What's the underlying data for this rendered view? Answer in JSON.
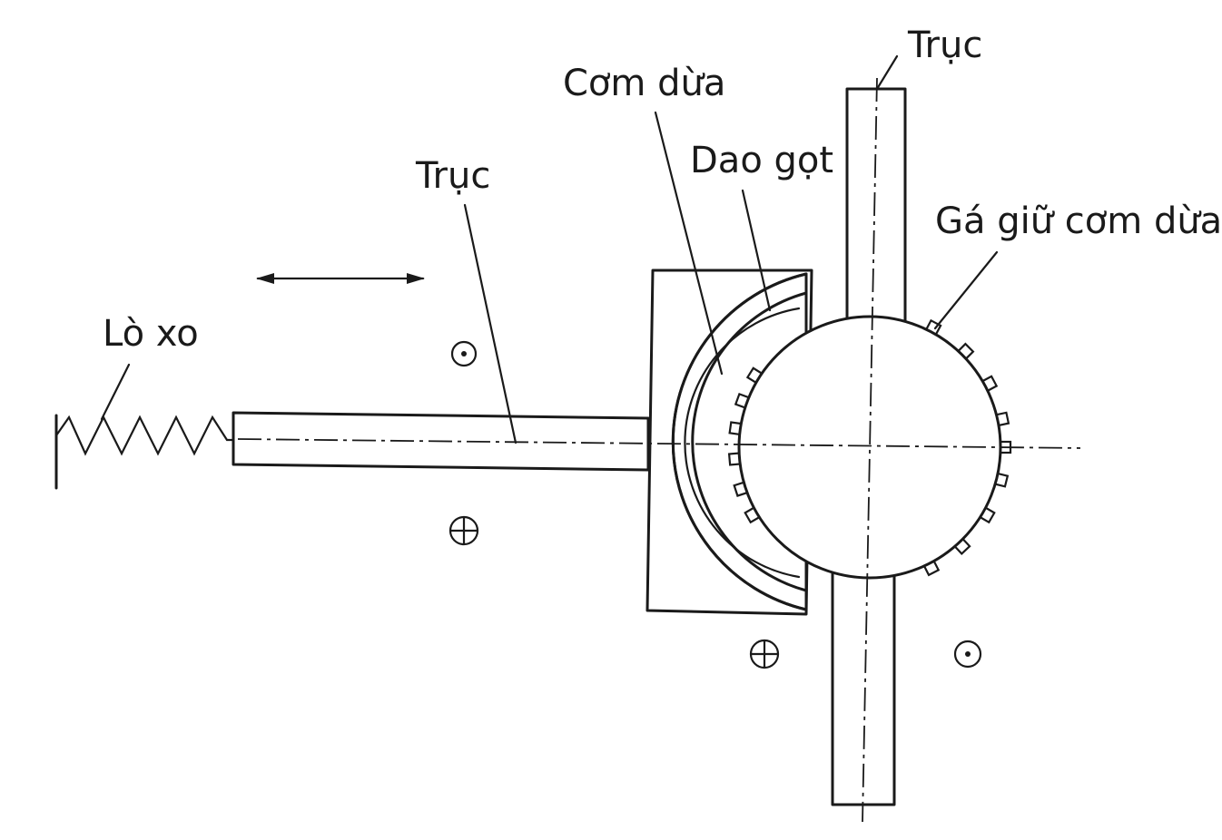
{
  "labels": {
    "truc_top": "Trục",
    "com_dua": "Cơm dừa",
    "dao_got": "Dao gọt",
    "truc_left": "Trục",
    "ga_giu_com_dua": "Gá giữ cơm dừa",
    "lo_xo": "Lò xo"
  },
  "symbols": {
    "dot_marker": "circled-dot",
    "plus_marker": "circled-plus",
    "motion_arrow": "double-headed-arrow"
  }
}
